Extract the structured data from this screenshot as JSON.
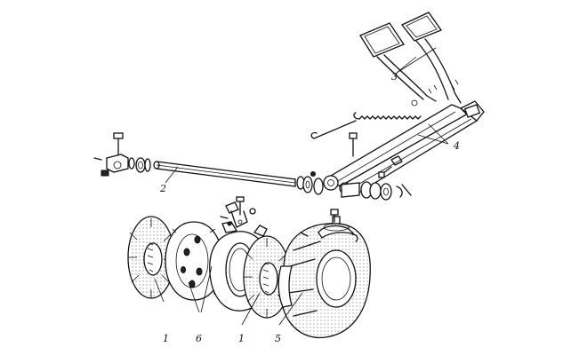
{
  "callouts": [
    {
      "id": "1a",
      "label": "1"
    },
    {
      "id": "6",
      "label": "6"
    },
    {
      "id": "1b",
      "label": "1"
    },
    {
      "id": "5",
      "label": "5"
    },
    {
      "id": "2",
      "label": "2"
    },
    {
      "id": "3",
      "label": "3"
    },
    {
      "id": "4",
      "label": "4"
    }
  ]
}
